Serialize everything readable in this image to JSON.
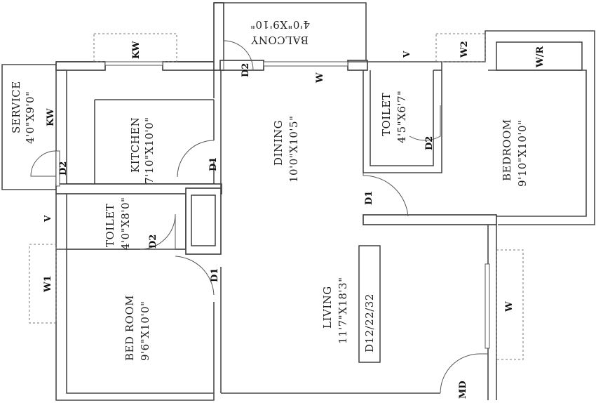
{
  "rooms": {
    "service": {
      "name": "SERVICE",
      "size": "4'0\"X9'0\""
    },
    "kitchen": {
      "name": "KITCHEN",
      "size": "7'10\"X10'0\""
    },
    "balcony": {
      "name": "BALCONY",
      "size": "4'0\"X9'10\""
    },
    "dining": {
      "name": "DINING",
      "size": "10'0\"X10'5\""
    },
    "toilet_right": {
      "name": "TOILET",
      "size": "4'5\"X6'7\""
    },
    "bedroom_right": {
      "name": "BEDROOM",
      "size": "9'10\"X10'0\""
    },
    "toilet_left": {
      "name": "TOILET",
      "size": "4'0\"X8'0\""
    },
    "bedroom_left": {
      "name": "BED ROOM",
      "size": "9'6\"X10'0\""
    },
    "living": {
      "name": "LIVING",
      "size": "11'7\"X18'3\""
    }
  },
  "unit_code": "D12/22/32",
  "labels": {
    "kw_top": "KW",
    "kw_left": "KW",
    "d2_service": "D2",
    "d1_kitchen": "D1",
    "d2_balcony": "D2",
    "w_balcony": "W",
    "v_toilet_right": "V",
    "w2": "W2",
    "wr": "W/R",
    "d2_toilet_right": "D2",
    "d1_bedroom_right": "D1",
    "v_left": "V",
    "d2_toilet_left": "D2",
    "w1": "W1",
    "d1_bedroom_left": "D1",
    "w_living": "W",
    "md": "MD"
  }
}
